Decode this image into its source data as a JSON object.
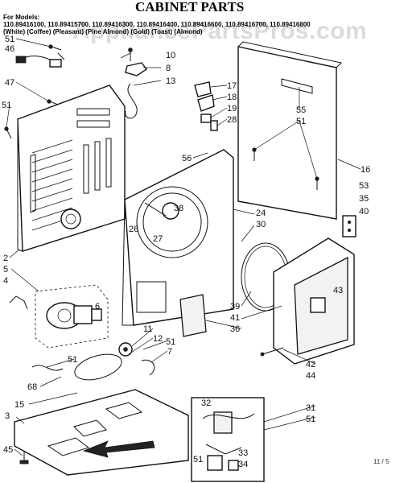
{
  "title": "CABINET PARTS",
  "models_heading": "For Models:",
  "model_numbers": "110.89416100, 110.89415700, 110.89416300, 110.89416400, 110.89416600, 110.89416700, 110.89416800",
  "color_notes": "(White)   (Coffee)   (Pleasant)   (Pine Almond)   (Gold)   (Toast)   (Almond)",
  "watermark": "AppliancePartsPros.com",
  "corner_code": "11 / 5",
  "callouts": [
    "51",
    "46",
    "47",
    "51",
    "2",
    "5",
    "4",
    "6",
    "10",
    "8",
    "13",
    "17",
    "18",
    "19",
    "28",
    "56",
    "55",
    "51",
    "16",
    "53",
    "35",
    "40",
    "24",
    "30",
    "38",
    "26",
    "27",
    "39",
    "41",
    "36",
    "43",
    "11",
    "12",
    "51",
    "7",
    "51",
    "68",
    "15",
    "3",
    "45",
    "32",
    "31",
    "51",
    "33",
    "34",
    "51",
    "42",
    "44"
  ]
}
